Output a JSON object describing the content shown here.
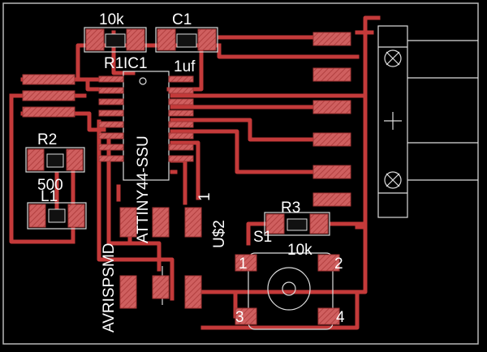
{
  "labels": {
    "r1_value": "10k",
    "c1_name": "C1",
    "r1_name": "R1",
    "ic1_name": "IC1",
    "c1_value": "1uf",
    "r2_name": "R2",
    "r2_value": "500",
    "l1_name": "L1",
    "ic1_part": "ATTINY44-SSU",
    "usb_pin": "1",
    "us2_name": "U$2",
    "avrisp_name": "AVRISPSMD",
    "r3_name": "R3",
    "s1_name": "S1",
    "r3_value": "10k",
    "s1_pin1": "1",
    "s1_pin2": "2",
    "s1_pin3": "3",
    "s1_pin4": "4"
  },
  "colors": {
    "background": "#000000",
    "trace": "#c43a3a",
    "pad": "#d06666",
    "silk": "#dddddd",
    "outline": "#b8b8b8",
    "text": "#ffffff"
  }
}
